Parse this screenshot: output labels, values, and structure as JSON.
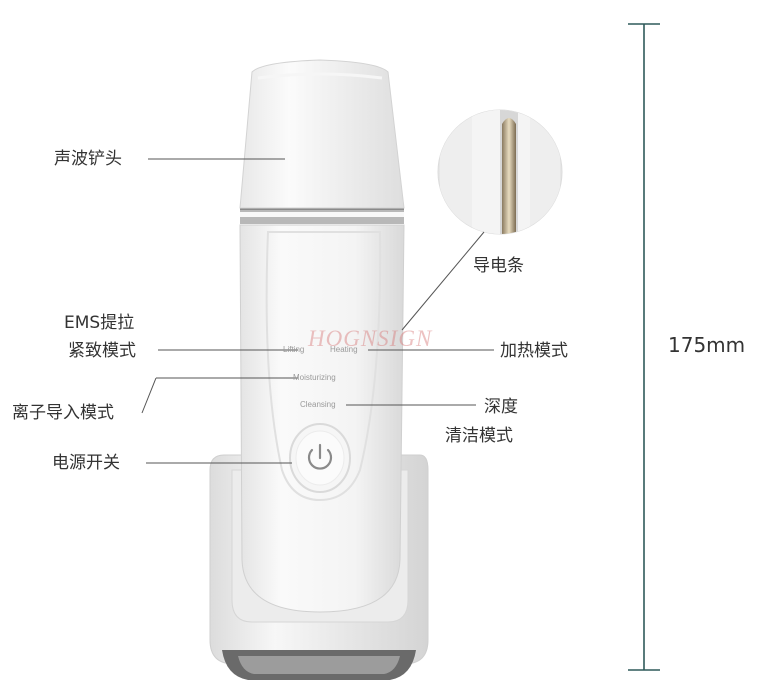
{
  "labels": {
    "sonic_blade": "声波铲头",
    "conductive_strip": "导电条",
    "ems_line1": "EMS提拉",
    "ems_line2": "紧致模式",
    "heating_mode": "加热模式",
    "ion_mode": "离子导入模式",
    "deep_line1": "深度",
    "deep_line2": "清洁模式",
    "power_switch": "电源开关"
  },
  "device_text": {
    "lifting": "Lifting",
    "heating": "Heating",
    "moisturizing": "Moisturizing",
    "cleansing": "Cleansing"
  },
  "dimension": "175mm",
  "watermark": "HOGNSIGN",
  "colors": {
    "dimension_line": "#2f5a5a",
    "leader_line": "#555555",
    "device_body": "#f1f1f1",
    "chrome_ring": "#c9c9c9"
  }
}
